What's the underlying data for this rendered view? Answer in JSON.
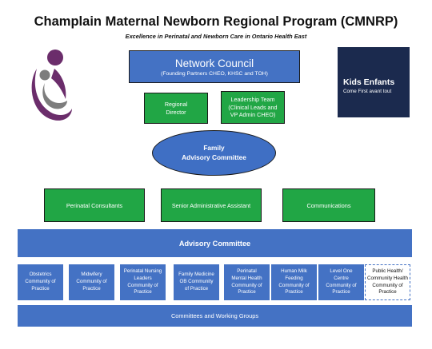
{
  "title": "Champlain Maternal Newborn Regional Program (CMNRP)",
  "subtitle": "Excellence in Perinatal and Newborn Care in Ontario Health East",
  "network_council": {
    "title": "Network Council",
    "subtitle": "(Founding Partners CHEO, KHSC and TOH)"
  },
  "regional_director": [
    "Regional",
    "Director"
  ],
  "leadership_team": [
    "Leadership Team",
    "(Clinical Leads and",
    "VP Admin CHEO)"
  ],
  "family_advisory": [
    "Family",
    "Advisory Committee"
  ],
  "staff": {
    "perinatal_consultants": "Perinatal Consultants",
    "senior_admin": "Senior Administrative Assistant",
    "communications": "Communications"
  },
  "advisory_committee": "Advisory Committee",
  "communities_of_practice": [
    [
      "Obstetrics",
      "Community of",
      "Practice"
    ],
    [
      "Midwifery",
      "Community of",
      "Practice"
    ],
    [
      "Perinatal Nursing",
      "Leaders",
      "Community of",
      "Practice"
    ],
    [
      "Family Medicine",
      "OB Community",
      "of Practice"
    ],
    [
      "Perinatal",
      "Mental Health",
      "Community of",
      "Practice"
    ],
    [
      "Human Milk",
      "Feeding",
      "Community of",
      "Practice"
    ],
    [
      "Level One",
      "Centre",
      "Community of",
      "Practice"
    ],
    [
      "Public Health/",
      "Community Health",
      "Community of",
      "Practice"
    ]
  ],
  "committees": "Committees and Working Groups",
  "kids_logo": {
    "title": "Kids Enfants",
    "tagline": "Come First   avant tout"
  },
  "colors": {
    "blue": "#4472c4",
    "green": "#21a645",
    "logo_purple": "#6b2d6b",
    "logo_grey": "#7d7d7d",
    "kids_navy": "#1b2a4e"
  }
}
